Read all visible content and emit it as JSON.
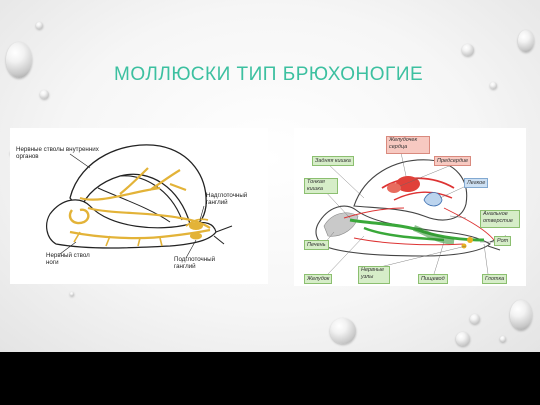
{
  "slide": {
    "title": "МОЛЛЮСКИ ТИП БРЮХОНОГИЕ"
  },
  "left_diagram": {
    "labels": {
      "nerve_trunks": "Нервные стволы внутренних органов",
      "supra_ganglion": "Надглоточный ганглий",
      "foot_trunk": "Нервный ствол ноги",
      "sub_ganglion": "Подглоточный ганглий"
    }
  },
  "right_diagram": {
    "labels": {
      "heart_ventricle": "Желудочек сердца",
      "hindgut": "Задняя кишка",
      "atrium": "Предсердие",
      "thin_gut": "Тонкая кишка",
      "lung": "Легкое",
      "anal_opening": "Анальное отверстие",
      "liver": "Печень",
      "mouth": "Рот",
      "stomach": "Желудок",
      "nerve_nodes": "Нервные узлы",
      "esophagus": "Пищевод",
      "pharynx": "Глотка"
    }
  }
}
